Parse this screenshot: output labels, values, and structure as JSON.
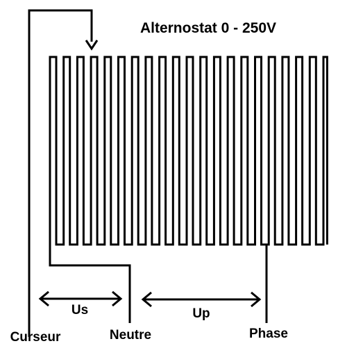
{
  "diagram": {
    "title": "Alternostat 0 - 250V",
    "labels": {
      "curseur": "Curseur",
      "neutre": "Neutre",
      "phase": "Phase",
      "us": "Us",
      "up": "Up"
    },
    "winding_turns": 20,
    "colors": {
      "line": "#000000",
      "background": "#ffffff"
    }
  }
}
